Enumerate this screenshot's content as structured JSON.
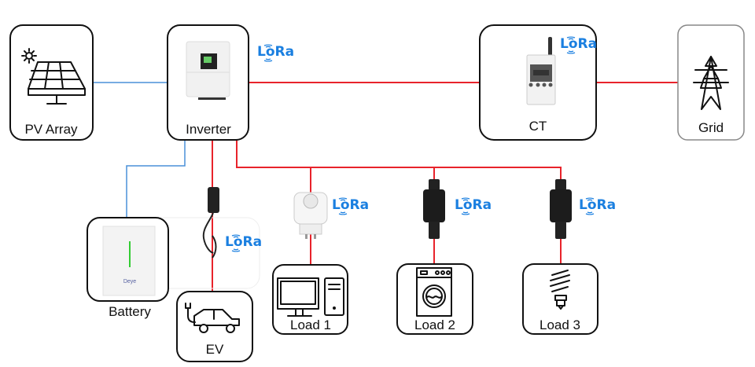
{
  "colors": {
    "ac_line": "#e8232b",
    "dc_line": "#4a90d9",
    "lora": "#1a7fe0",
    "grid_border": "#888888"
  },
  "nodes": {
    "pv": {
      "label": "PV Array",
      "icon": "solar-panel-icon"
    },
    "inverter": {
      "label": "Inverter",
      "icon": "inverter-device"
    },
    "ct": {
      "label": "CT",
      "icon": "meter-device"
    },
    "grid": {
      "label": "Grid",
      "icon": "power-tower-icon"
    },
    "battery": {
      "label": "Battery",
      "brand": "Deye"
    },
    "ev": {
      "label": "EV",
      "icon": "electric-car-icon"
    },
    "load1": {
      "label": "Load 1",
      "icon": "computer-icon"
    },
    "load2": {
      "label": "Load 2",
      "icon": "washing-machine-icon"
    },
    "load3": {
      "label": "Load 3",
      "icon": "light-bulb-icon"
    }
  },
  "lora": {
    "text": "LoRa"
  }
}
